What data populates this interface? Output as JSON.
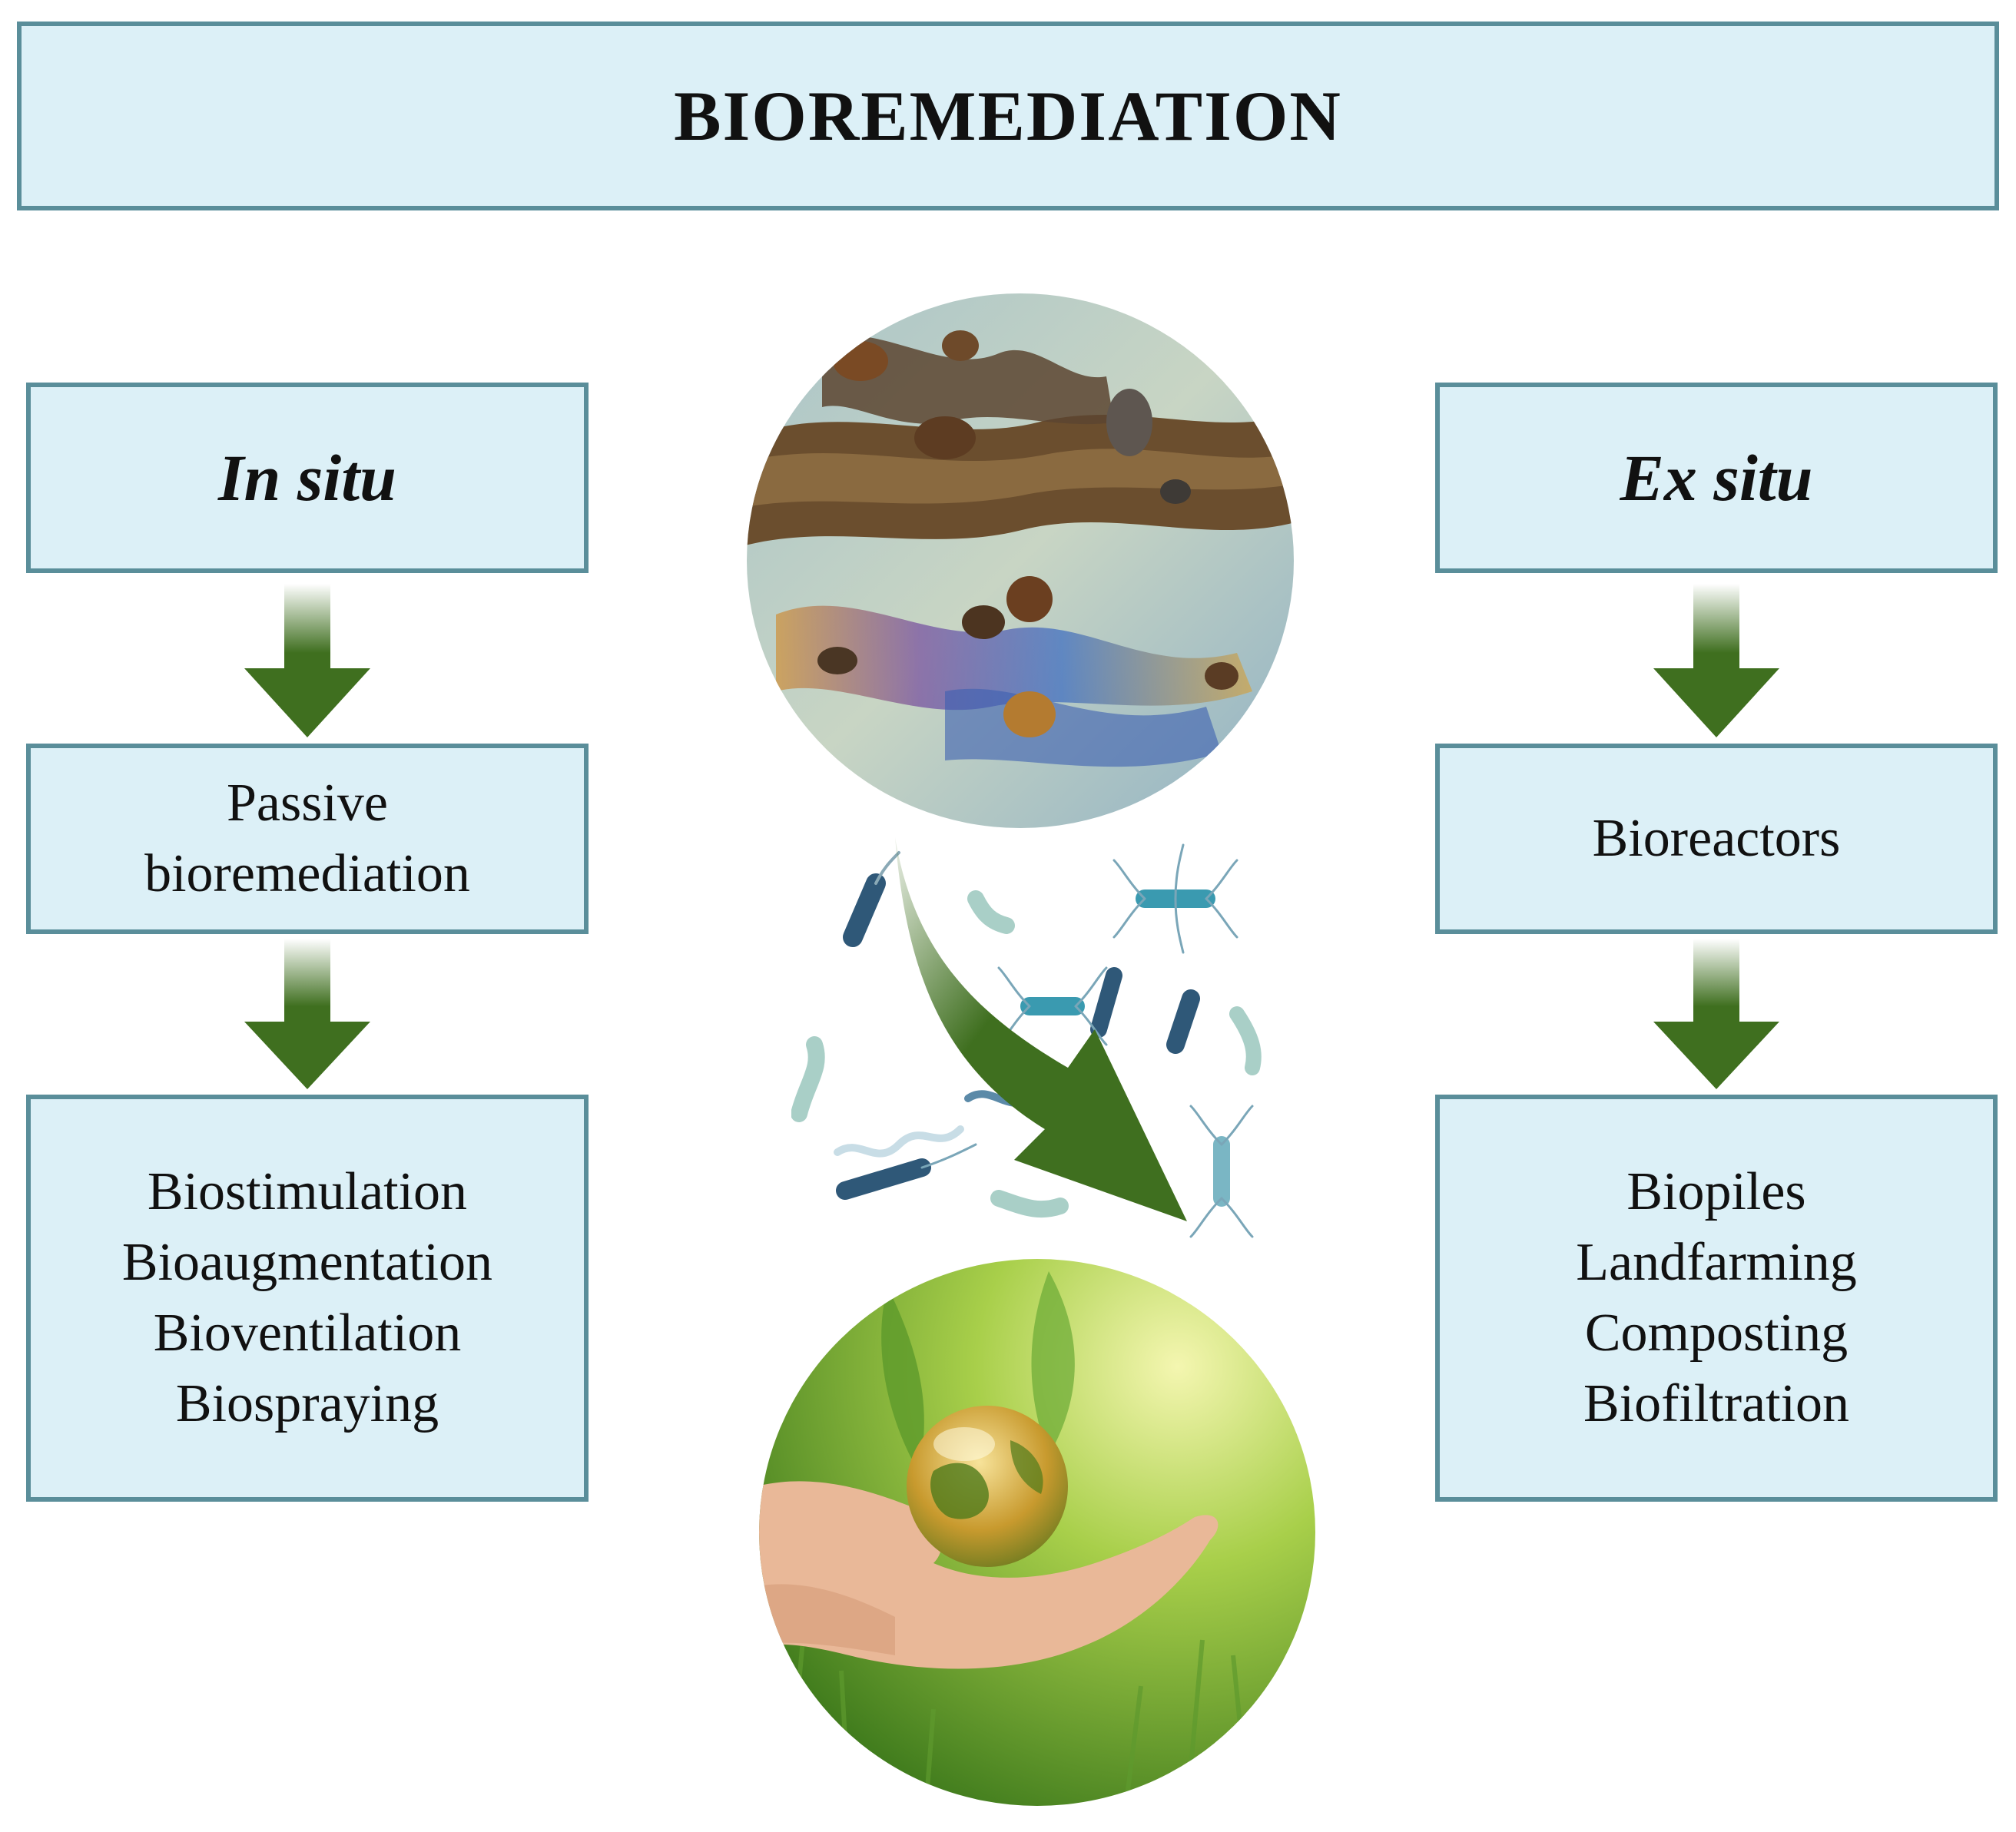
{
  "title": "BIOREMEDIATION",
  "left": {
    "heading": "In situ",
    "step": [
      "Passive",
      "bioremediation"
    ],
    "methods": [
      "Biostimulation",
      "Bioaugmentation",
      "Bioventilation",
      "Biospraying"
    ]
  },
  "right": {
    "heading": "Ex situ",
    "step": "Bioreactors",
    "methods": [
      "Biopiles",
      "Landfarming",
      "Composting",
      "Biofiltration"
    ]
  },
  "colors": {
    "box_fill": "#dcf0f7",
    "box_border": "#5a8e9a",
    "arrow_green": "#3f6f1f"
  },
  "icons": {
    "contaminated": "oil-spill-water-image",
    "microbes": "bacteria-cluster-icon",
    "restored": "hands-holding-globe-image"
  }
}
